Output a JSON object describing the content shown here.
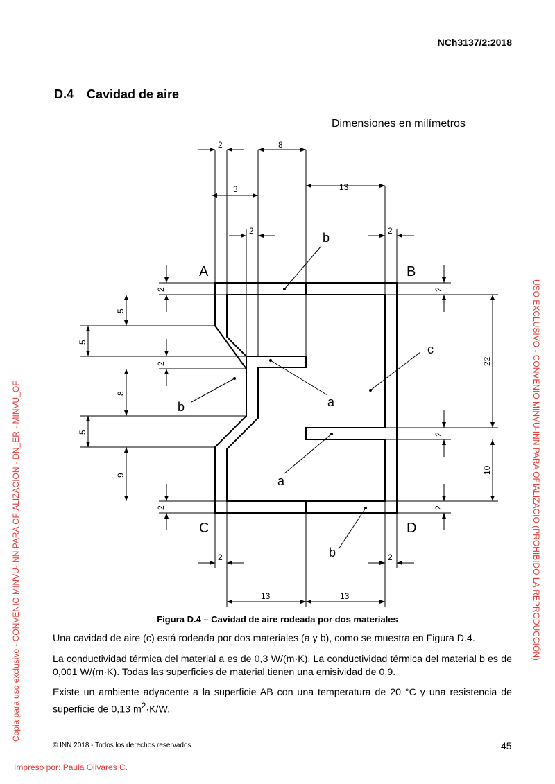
{
  "header": {
    "doc_code": "NCh3137/2:2018"
  },
  "section": {
    "number": "D.4",
    "title": "Cavidad de aire"
  },
  "figure": {
    "units_note": "Dimensiones en milímetros",
    "corners": {
      "A": "A",
      "B": "B",
      "C": "C",
      "D": "D"
    },
    "labels": {
      "a": "a",
      "b": "b",
      "c": "c"
    },
    "dimensions": {
      "top_2": "2",
      "top_8": "8",
      "top_3": "3",
      "top_13": "13",
      "top_2b": "2",
      "top_2c": "2",
      "left_2_top": "2",
      "left_5_a": "5",
      "left_5_b": "5",
      "left_2_mid": "2",
      "left_8": "8",
      "left_5_c": "5",
      "left_9": "9",
      "left_2_bot": "2",
      "right_2_top": "2",
      "right_22": "22",
      "right_2_mid": "2",
      "right_10": "10",
      "right_2_bot": "2",
      "bot_2_left": "2",
      "bot_2_right": "2",
      "bot_13_left": "13",
      "bot_13_right": "13"
    },
    "caption": "Figura D.4 – Cavidad de aire rodeada por dos materiales"
  },
  "body": {
    "p1": "Una cavidad de aire (c) está rodeada por dos materiales (a y b), como se muestra en Figura D.4.",
    "p2_a": "La conductividad térmica del material a es de 0,3 W/(m·K). La conductividad térmica del material b es de 0,001 W/(m·K). Todas las superficies de material tienen una emisividad de 0,9.",
    "p3_a": "Existe un ambiente adyacente a la superficie AB con una temperatura de 20 °C y una resistencia de superficie de 0,13 m",
    "p3_sup": "2",
    "p3_b": "·K/W."
  },
  "footer": {
    "copyright": "© INN 2018 - Todos los derechos reservados",
    "page_number": "45"
  },
  "watermarks": {
    "left": "Copia para uso exclusivo - CONVENIO MINVU-INN PARA OFIALIZACION - DN_ER - MINVU_OF",
    "right": "USO EXCLUSIVO - CONVENIO MINVU-INN PARA OFIALIZACIO (PROHIBIDO LA REPRODUCCIÓN)",
    "bottom": "Impreso por: Paula Olivares C."
  },
  "colors": {
    "watermark": "#e53935",
    "ink": "#000000"
  }
}
